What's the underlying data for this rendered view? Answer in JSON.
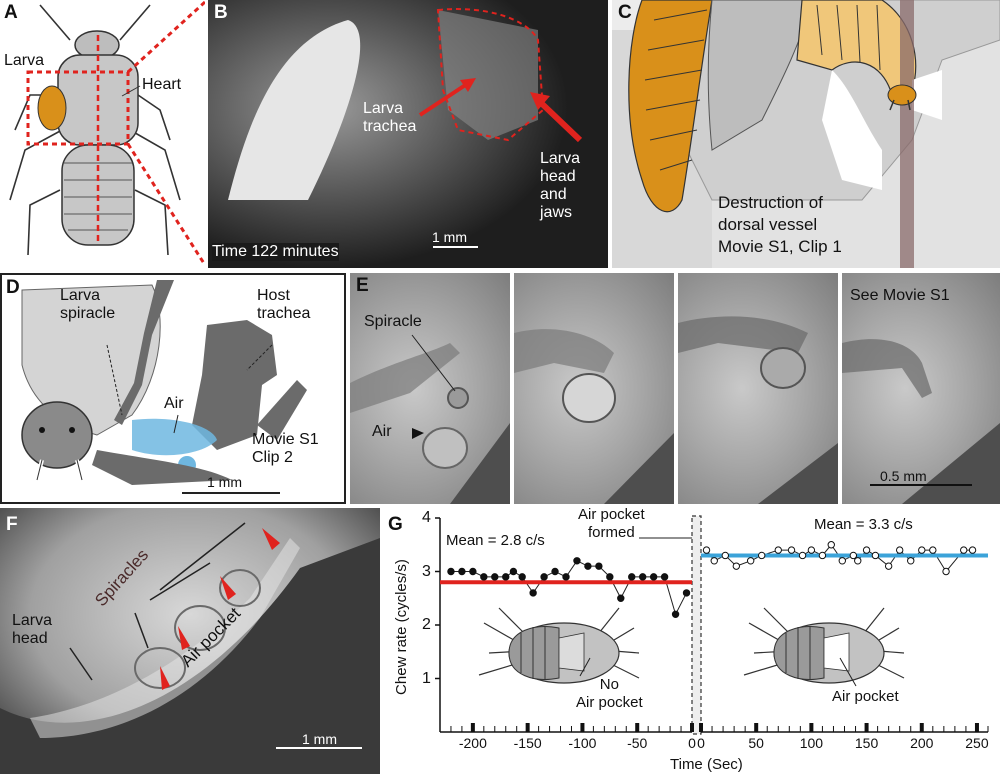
{
  "panels": {
    "A": {
      "letter": "A",
      "larva": "Larva",
      "heart": "Heart"
    },
    "B": {
      "letter": "B",
      "larva_trachea": "Larva\ntrachea",
      "larva_head": "Larva\nhead\nand\njaws",
      "time": "Time 122 minutes",
      "scale": "1 mm"
    },
    "C": {
      "letter": "C",
      "caption": "Destruction of\ndorsal vessel\nMovie S1, Clip 1"
    },
    "D": {
      "letter": "D",
      "larva_spiracle": "Larva\nspiracle",
      "host_trachea": "Host\ntrachea",
      "air": "Air",
      "movie": "Movie S1\nClip 2",
      "scale": "1 mm"
    },
    "E": {
      "letter": "E",
      "spiracle": "Spiracle",
      "air": "Air",
      "see_movie": "See Movie S1",
      "scale": "0.5 mm"
    },
    "F": {
      "letter": "F",
      "larva_head": "Larva\nhead",
      "spiracles": "Spiracles",
      "air_pocket": "Air pocket",
      "scale": "1 mm"
    },
    "G": {
      "letter": "G",
      "annot_air_pocket": "Air pocket\nformed",
      "no_air_pocket": "No\nAir pocket",
      "air_pocket": "Air pocket"
    }
  },
  "colors": {
    "red": "#e0231e",
    "blue": "#3ba3d9",
    "orange": "#d9901a",
    "gray_dark": "#6b6b6b",
    "gray_light": "#d4d4d4"
  },
  "chart_data": {
    "type": "scatter",
    "xlabel": "Time (Sec)",
    "ylabel": "Chew rate (cycles/s)",
    "ylim": [
      0,
      4
    ],
    "yticks": [
      1,
      2,
      3,
      4
    ],
    "xticks_before": [
      -200,
      -150,
      -100,
      -50,
      0
    ],
    "xticks_after": [
      0,
      50,
      100,
      150,
      200,
      250
    ],
    "xlim_before": [
      -230,
      0
    ],
    "xlim_after": [
      0,
      260
    ],
    "series": [
      {
        "name": "Mean = 2.8 c/s",
        "mean": 2.8,
        "color": "#e0231e",
        "marker": "filled",
        "x": [
          -220,
          -210,
          -200,
          -190,
          -180,
          -170,
          -163,
          -155,
          -145,
          -135,
          -125,
          -115,
          -105,
          -95,
          -85,
          -75,
          -65,
          -55,
          -45,
          -35,
          -25,
          -15,
          -5
        ],
        "y": [
          3.0,
          3.0,
          3.0,
          2.9,
          2.9,
          2.9,
          3.0,
          2.9,
          2.6,
          2.9,
          3.0,
          2.9,
          3.2,
          3.1,
          3.1,
          2.9,
          2.5,
          2.9,
          2.9,
          2.9,
          2.9,
          2.2,
          2.6
        ]
      },
      {
        "name": "Mean = 3.3 c/s",
        "mean": 3.3,
        "color": "#3ba3d9",
        "marker": "open",
        "x": [
          5,
          12,
          22,
          32,
          45,
          55,
          70,
          82,
          92,
          100,
          110,
          118,
          128,
          138,
          142,
          150,
          158,
          170,
          180,
          190,
          200,
          210,
          222,
          238,
          246
        ],
        "y": [
          3.4,
          3.2,
          3.3,
          3.1,
          3.2,
          3.3,
          3.4,
          3.4,
          3.3,
          3.4,
          3.3,
          3.5,
          3.2,
          3.3,
          3.2,
          3.4,
          3.3,
          3.1,
          3.4,
          3.2,
          3.4,
          3.4,
          3.0,
          3.4,
          3.4
        ]
      }
    ]
  }
}
